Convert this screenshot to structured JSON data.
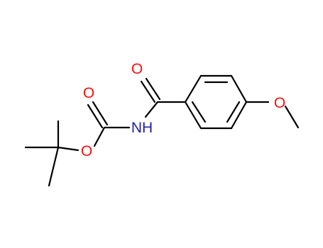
{
  "colors": {
    "bond": "#000000",
    "oxygen": "#ff0d0d",
    "nitrogen": "#2323a6"
  },
  "atoms": {
    "carbonyl_o_left": "O",
    "ester_o": "O",
    "nh": "NH",
    "carbonyl_o_right": "O",
    "methoxy_o": "O"
  }
}
